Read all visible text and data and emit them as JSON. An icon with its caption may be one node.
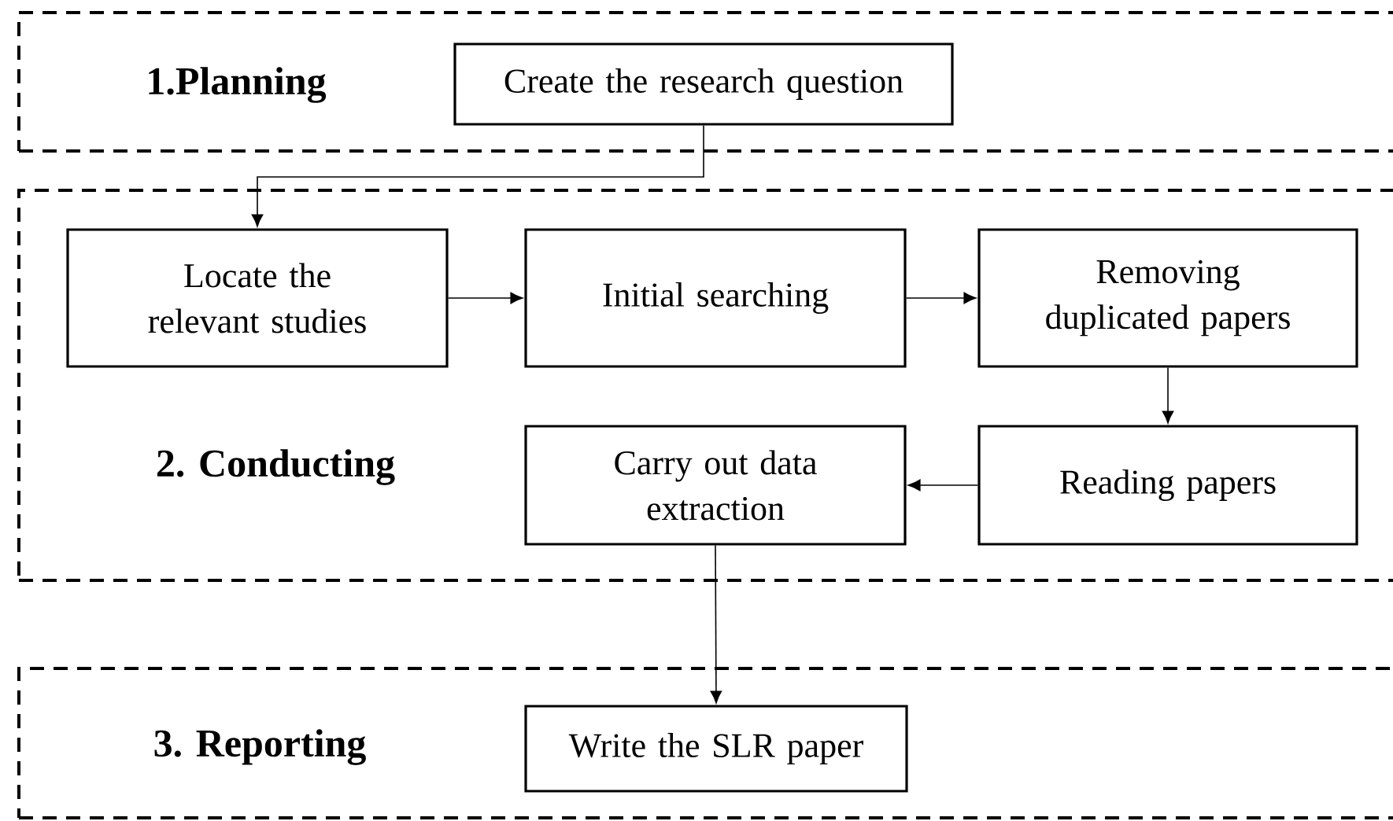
{
  "diagram": {
    "nodes": [
      {
        "text": [
          "1.Planning"
        ]
      },
      {
        "text": [
          "Create the research question"
        ],
        "in": 0
      },
      {
        "text": [
          "2. Conducting"
        ]
      },
      {
        "text": [
          "Locate the relevant studies"
        ],
        "in": 2
      },
      {
        "text": [
          "Initial searching"
        ],
        "in": 2
      },
      {
        "text": [
          "Removing duplicated papers"
        ],
        "in": 2
      },
      {
        "text": [
          "Reading papers"
        ],
        "in": 2
      },
      {
        "text": [
          "Carry out data extraction"
        ],
        "in": 2
      },
      {
        "text": [
          "3. Reporting"
        ]
      },
      {
        "text": [
          "Write the SLR paper"
        ],
        "in": 8
      }
    ],
    "edges": [
      {
        "from": 1,
        "to": 3,
        "arrow": "to"
      },
      {
        "from": 3,
        "to": 4,
        "arrow": "to"
      },
      {
        "from": 4,
        "to": 5,
        "arrow": "to"
      },
      {
        "from": 5,
        "to": 6,
        "arrow": "to"
      },
      {
        "from": 6,
        "to": 7,
        "arrow": "to"
      },
      {
        "from": 7,
        "to": 9,
        "arrow": "to"
      }
    ]
  }
}
